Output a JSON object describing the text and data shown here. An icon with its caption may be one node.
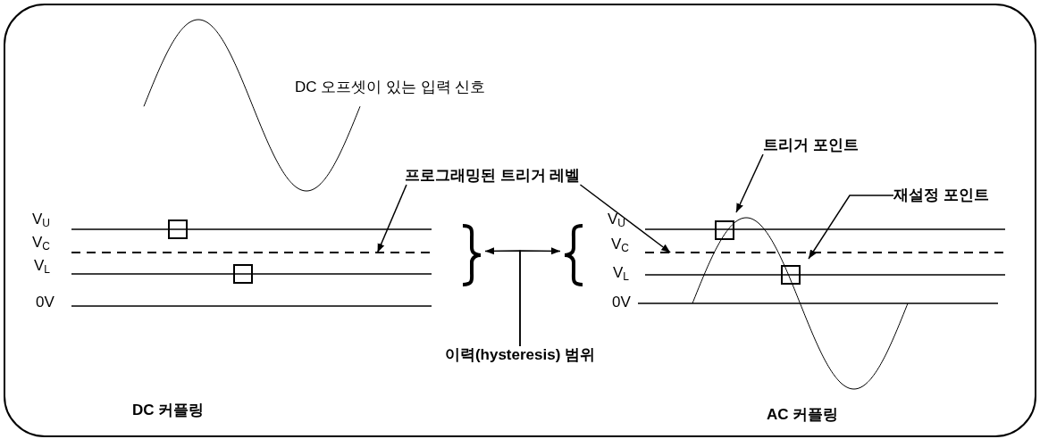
{
  "diagram": {
    "nodes": [
      {
        "text": [
          "프로그래밍된 트리거 레벨"
        ]
      },
      {
        "text": [],
        "shape": "line"
      },
      {
        "text": [],
        "shape": "line"
      },
      {
        "text": [
          "트리거 포인트"
        ]
      },
      {
        "text": [],
        "shape": "box"
      },
      {
        "text": [
          "재설정 포인트"
        ]
      },
      {
        "text": [],
        "shape": "box"
      },
      {
        "text": [
          "이력(hysteresis) 범위"
        ]
      },
      {
        "text": [],
        "shape": "brace"
      },
      {
        "text": [],
        "shape": "brace"
      },
      {
        "text": [],
        "shape": "box"
      },
      {
        "text": [],
        "shape": "box"
      }
    ],
    "edges": [
      {
        "from": 0,
        "to": 1,
        "arrow": "to"
      },
      {
        "from": 0,
        "to": 2,
        "arrow": "to"
      },
      {
        "from": 3,
        "to": 4,
        "arrow": "to"
      },
      {
        "from": 5,
        "to": 6,
        "arrow": "to"
      },
      {
        "from": 7,
        "to": 8,
        "arrow": "to"
      },
      {
        "from": 7,
        "to": 9,
        "arrow": "to"
      }
    ],
    "labels": [
      "DC 오프셋이 있는 입력 신호",
      "V$_{U}$",
      "V$_{C}$",
      "V$_{L}$",
      "0V",
      "V$_{U}$",
      "V$_{C}$",
      "V$_{L}$",
      "0V",
      "DC 커플링",
      "AC 커플링"
    ]
  }
}
